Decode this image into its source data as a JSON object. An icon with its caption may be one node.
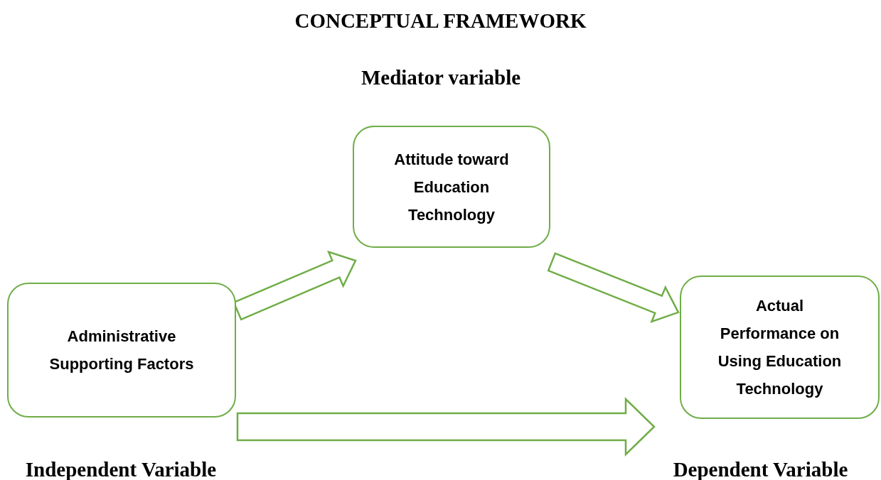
{
  "diagram": {
    "title": "CONCEPTUAL FRAMEWORK",
    "nodes": [
      {
        "text": [
          "Attitude toward Education Technology"
        ],
        "beside": [
          "Mediator variable"
        ]
      },
      {
        "text": [
          "Administrative Supporting Factors"
        ],
        "beside": [
          "Independent Variable"
        ]
      },
      {
        "text": [
          "Actual Performance on Using Education Technology"
        ],
        "beside": [
          "Dependent Variable"
        ]
      }
    ],
    "edges": [
      {
        "from": 1,
        "to": 0,
        "arrow": "to"
      },
      {
        "from": 0,
        "to": 2,
        "arrow": "to"
      },
      {
        "from": 1,
        "to": 2,
        "arrow": "to"
      }
    ]
  }
}
